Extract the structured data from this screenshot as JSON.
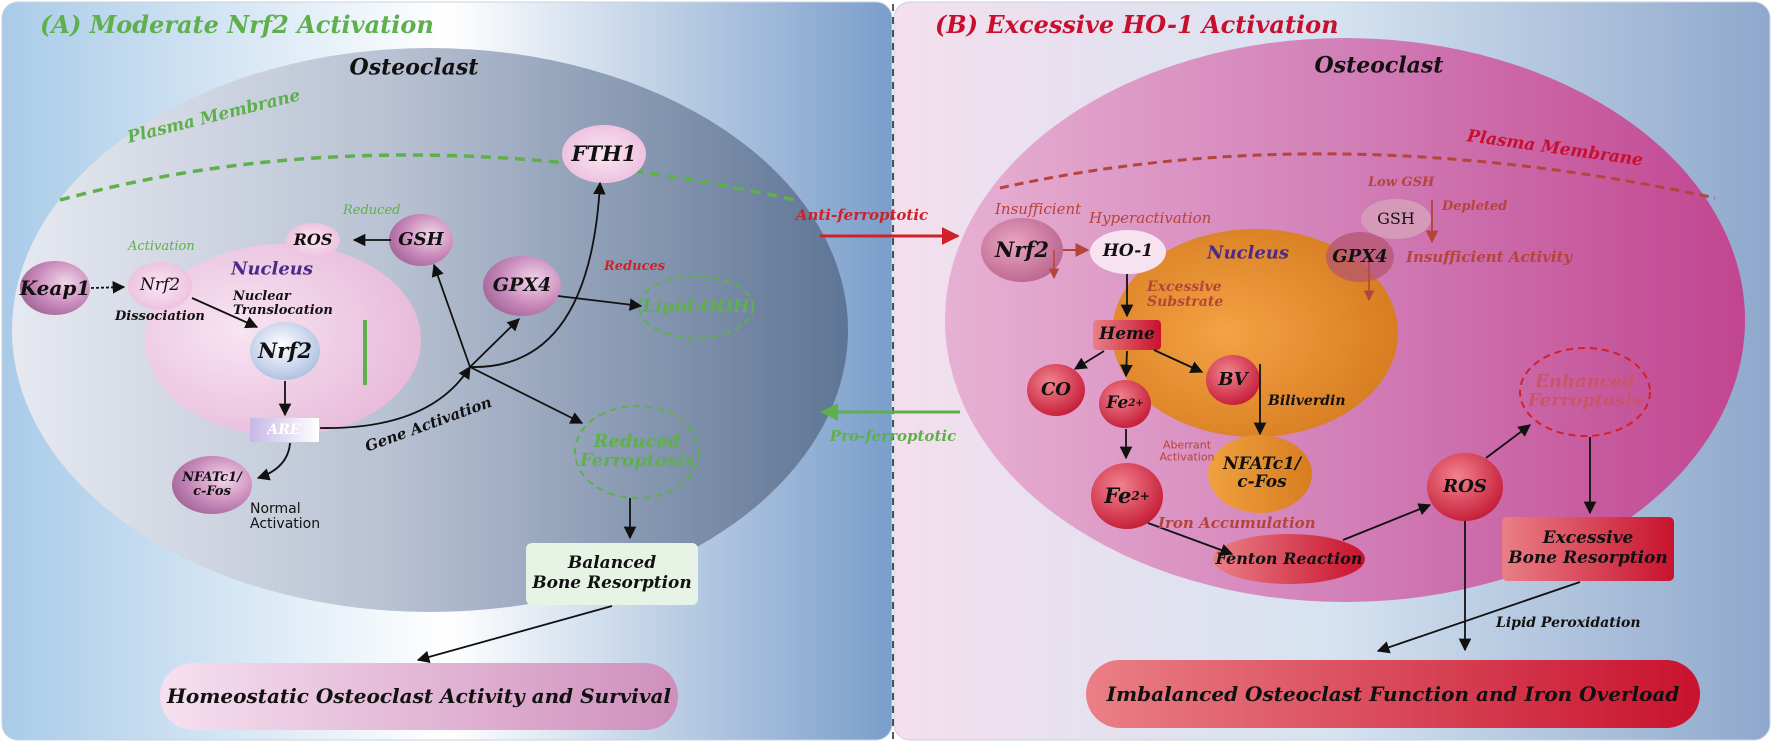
{
  "colors": {
    "green": "#5fb04c",
    "red_title": "#c8102e",
    "red_arrow": "#d0202a",
    "dark_red_text": "#b5443a",
    "purple_text": "#4b2a8c",
    "left_panel": "#8fb6d8",
    "right_panel": "#c15598",
    "left_cell": "#6c7f9e",
    "right_cell": "#c8569e",
    "nucleus_right": "#e58a2a"
  },
  "panel_a": {
    "title": "(A) Moderate Nrf2 Activation",
    "cell_label": "Osteoclast",
    "membrane_label": "Plasma Membrane",
    "nucleus_label": "Nucleus",
    "nodes": {
      "keap1": "Keap1",
      "nrf2": "Nrf2",
      "nrf2_nuclear": "Nrf2",
      "are": "ARE",
      "nfatc1": "NFATc1/\nc-Fos",
      "ros": "ROS",
      "gsh": "GSH",
      "gpx4": "GPX4",
      "fth1": "FTH1",
      "lipid_ooh": "Lipid-OOH",
      "reduced_ferroptosis": "Reduced\nFerroptosis",
      "balanced": "Balanced\nBone Resorption",
      "outcome": "Homeostatic Osteoclast Activity and Survival"
    },
    "labels": {
      "activation": "Activation",
      "dissociation": "Dissociation",
      "nuclear_translocation": "Nuclear\nTranslocation",
      "reduced": "Reduced",
      "reduces": "Reduces",
      "gene_activation": "Gene Activation",
      "normal_activation": "Normal\nActivation"
    }
  },
  "center": {
    "anti": "Anti-ferroptotic",
    "pro": "Pro-ferroptotic"
  },
  "panel_b": {
    "title": "(B) Excessive HO-1 Activation",
    "cell_label": "Osteoclast",
    "membrane_label": "Plasma Membrane",
    "nucleus_label": "Nucleus",
    "nodes": {
      "nrf2": "Nrf2",
      "ho1": "HO-1",
      "gpx4": "GPX4",
      "gsh": "GSH",
      "heme": "Heme",
      "co": "CO",
      "fe_a": "Fe",
      "fe_b": "Fe",
      "fe_sup": "2+",
      "bv": "BV",
      "nfatc1": "NFATc1/\nc-Fos",
      "fenton": "Fenton Reaction",
      "ros": "ROS",
      "enhanced_ferroptosis": "Enhanced\nFerroptosis",
      "excessive": "Excessive\nBone Resorption",
      "outcome": "Imbalanced Osteoclast Function and Iron Overload"
    },
    "labels": {
      "insufficient": "Insufficient",
      "hyperactivation": "Hyperactivation",
      "excessive_substrate": "Excessive\nSubstrate",
      "low_gsh": "Low GSH",
      "depleted": "Depleted",
      "insufficient_activity": "Insufficient Activity",
      "biliverdin": "Biliverdin",
      "aberrant_activation": "Aberrant\nActivation",
      "iron_accumulation": "Iron Accumulation",
      "lipid_peroxidation": "Lipid Peroxidation"
    }
  }
}
